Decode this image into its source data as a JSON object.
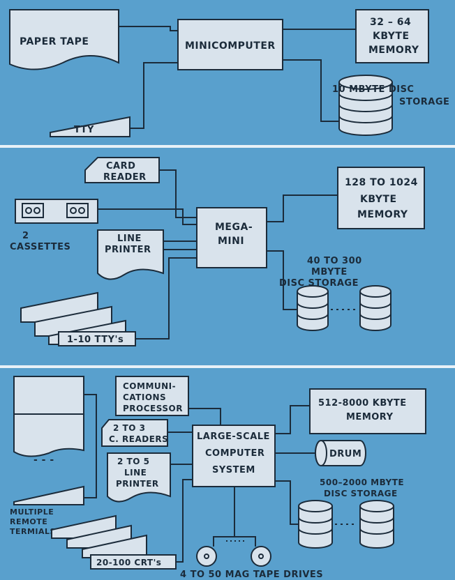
{
  "panel1": {
    "paper_tape": "PAPER  TAPE",
    "minicomputer": "MINICOMPUTER",
    "memory_line1": "32 – 64",
    "memory_line2": "KBYTE",
    "memory_line3": "MEMORY",
    "disc_label": "10 MBYTE DISC",
    "disc_label2": "STORAGE",
    "tty": "TTY"
  },
  "panel2": {
    "card_reader_1": "CARD",
    "card_reader_2": "READER",
    "cassettes_1": "2",
    "cassettes_2": "CASSETTES",
    "line_printer_1": "LINE",
    "line_printer_2": "PRINTER",
    "megamini_1": "MEGA-",
    "megamini_2": "MINI",
    "memory_1": "128  TO  1024",
    "memory_2": "KBYTE",
    "memory_3": "MEMORY",
    "disc_1": "40  TO  300",
    "disc_2": "MBYTE",
    "disc_3": "DISC   STORAGE",
    "ttys": "1-10  TTY's"
  },
  "panel3": {
    "comm_1": "COMMUNI-",
    "comm_2": "CATIONS",
    "comm_3": "PROCESSOR",
    "memory_1": "512-8000  KBYTE",
    "memory_2": "MEMORY",
    "readers_1": "2 TO 3",
    "readers_2": "C. READERS",
    "system_1": "LARGE-SCALE",
    "system_2": "COMPUTER",
    "system_3": "SYSTEM",
    "drum": "DRUM",
    "printer_1": "2  TO  5",
    "printer_2": "LINE",
    "printer_3": "PRINTER",
    "disc_1": "500–2000  MBYTE",
    "disc_2": "DISC  STORAGE",
    "dots": "- - -",
    "remote_1": "MULTIPLE",
    "remote_2": "REMOTE",
    "remote_3": "TERMIALS",
    "crts": "20-100 CRT's",
    "tape": "4  TO  50  MAG  TAPE  DRIVES"
  }
}
